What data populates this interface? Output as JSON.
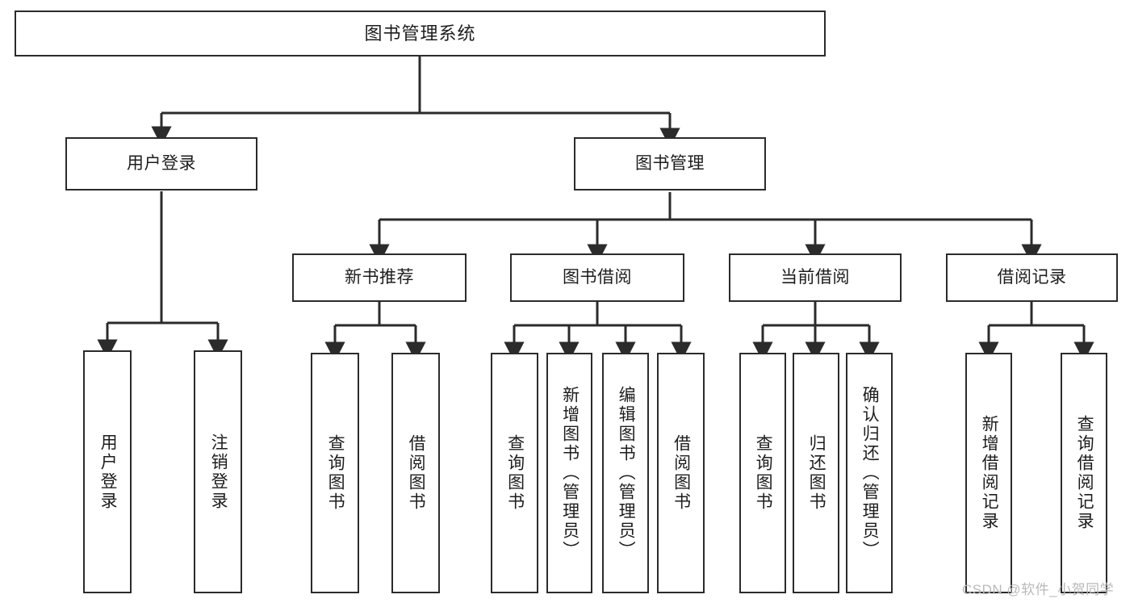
{
  "diagram": {
    "title": "图书管理系统",
    "type": "tree-hierarchy-chart",
    "colors": {
      "box_border": "#2b2b2b",
      "box_fill": "#ffffff",
      "edge": "#2b2b2b",
      "text": "#1d1d1d",
      "watermark": "#b9b9b9",
      "background": "#ffffff"
    },
    "watermark": "CSDN @软件_小贺同学",
    "nodes": {
      "root": {
        "label": "图书管理系统"
      },
      "level2": [
        {
          "label": "用户登录"
        },
        {
          "label": "图书管理"
        }
      ],
      "level3": [
        {
          "label": "新书推荐"
        },
        {
          "label": "图书借阅"
        },
        {
          "label": "当前借阅"
        },
        {
          "label": "借阅记录"
        }
      ],
      "leaves_user_login": [
        {
          "label": "用户登录"
        },
        {
          "label": "注销登录"
        }
      ],
      "leaves_new_book": [
        {
          "label": "查询图书"
        },
        {
          "label": "借阅图书"
        }
      ],
      "leaves_borrow": [
        {
          "label": "查询图书"
        },
        {
          "label": "新增图书（管理员）"
        },
        {
          "label": "编辑图书（管理员）"
        },
        {
          "label": "借阅图书"
        }
      ],
      "leaves_current": [
        {
          "label": "查询图书"
        },
        {
          "label": "归还图书"
        },
        {
          "label": "确认归还（管理员）"
        }
      ],
      "leaves_records": [
        {
          "label": "新增借阅记录"
        },
        {
          "label": "查询借阅记录"
        }
      ]
    }
  }
}
